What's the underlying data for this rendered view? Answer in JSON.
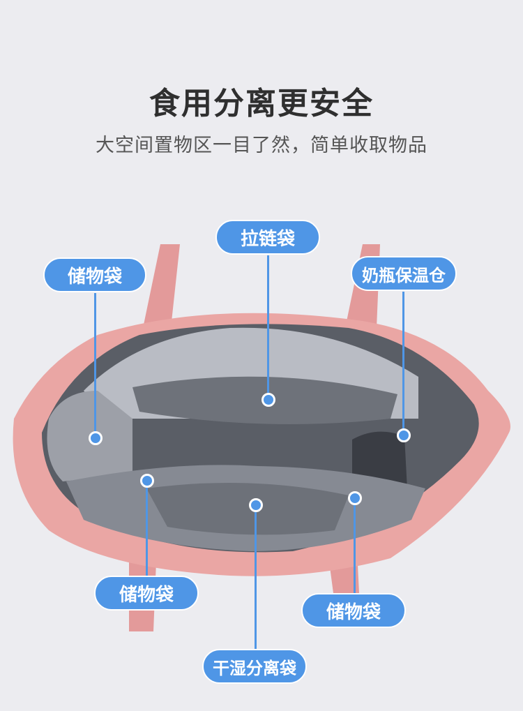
{
  "header": {
    "title": "食用分离更安全",
    "subtitle": "大空间置物区一目了然，简单收取物品"
  },
  "labels": {
    "zipper_pocket": "拉链袋",
    "storage_pocket_top_left": "储物袋",
    "bottle_insulated": "奶瓶保温仓",
    "storage_pocket_bottom_left": "储物袋",
    "storage_pocket_bottom_right": "储物袋",
    "wet_dry_pocket": "干湿分离袋"
  },
  "colors": {
    "label_blue": "#4f96e6",
    "bag_pink": "#e8a3a3",
    "lining_gray": "#8a8e96",
    "background": "#ececf0"
  }
}
